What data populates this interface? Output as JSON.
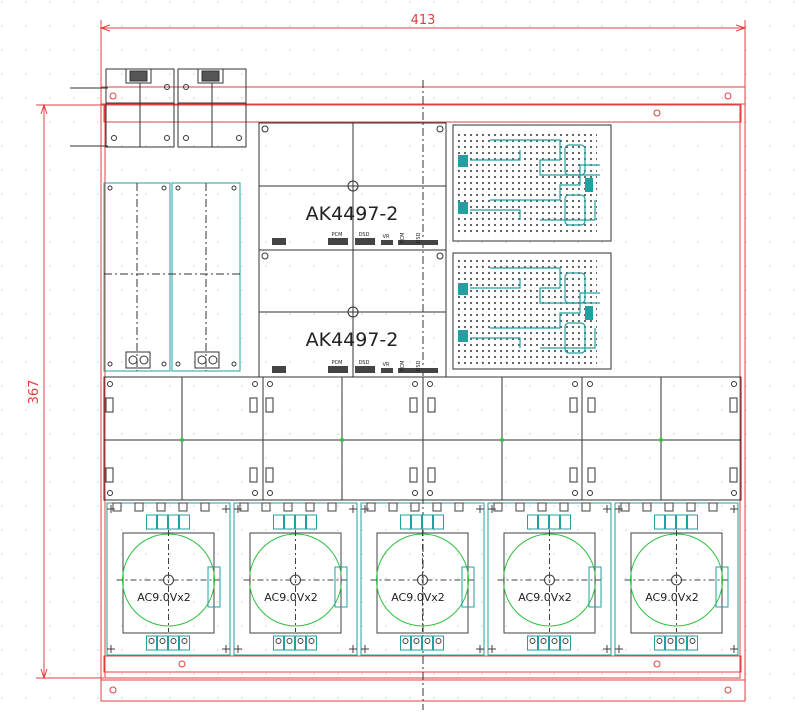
{
  "drawing": {
    "dimensions": {
      "width_label": "413",
      "height_label": "367"
    },
    "dac_boards": [
      {
        "title": "AK4497-2",
        "connector_labels": [
          "PCM",
          "DSD",
          "VR",
          "PCM",
          "DSD"
        ]
      },
      {
        "title": "AK4497-2",
        "connector_labels": [
          "PCM",
          "DSD",
          "VR",
          "PCM",
          "DSD"
        ]
      }
    ],
    "transformers": [
      {
        "label": "AC9.0Vx2"
      },
      {
        "label": "AC9.0Vx2"
      },
      {
        "label": "AC9.0Vx2"
      },
      {
        "label": "AC9.0Vx2"
      },
      {
        "label": "AC9.0Vx2"
      }
    ],
    "colors": {
      "outline": "#e04040",
      "board": "#404040",
      "trace": "#20a0a0",
      "green": "#30c040",
      "grid": "#d9d9d9"
    }
  }
}
